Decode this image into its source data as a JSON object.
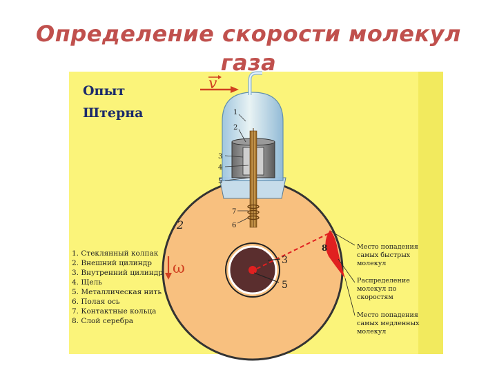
{
  "title_line1": "Определение скорости молекул",
  "title_line2": "газа",
  "diagram": {
    "heading_line1": "Опыт",
    "heading_line2": "Штерна",
    "velocity_symbol": "v",
    "omega_symbol": "ω",
    "callouts": {
      "n1": "1",
      "n2": "2",
      "n3": "3",
      "n4": "4",
      "n5": "5",
      "n6": "6",
      "n7": "7",
      "n8": "8",
      "big2": "2",
      "big3": "3",
      "big5": "5"
    },
    "legend": [
      "1. Стеклянный колпак",
      "2. Внешний цилиндр",
      "3. Внутренний цилиндр",
      "4. Щель",
      "5. Металлическая нить",
      "6. Полая ось",
      "7. Контактные кольца",
      "8. Слой серебра"
    ],
    "annotations": {
      "fast_line1": "Место попадения",
      "fast_line2": "самых быстрых",
      "fast_line3": "молекул",
      "dist_line1": "Распределение",
      "dist_line2": "молекул по",
      "dist_line3": "скоростям",
      "slow_line1": "Место попадения",
      "slow_line2": "самых медленных",
      "slow_line3": "молекул"
    },
    "colors": {
      "background": "#fbf47a",
      "side_strip": "#f2ea5e",
      "disc": "#f8c07f",
      "inner_cylinder": "#5a2e2e",
      "silver_layer": "#e02020",
      "title": "#c0504d",
      "heading": "#1b2a6b"
    }
  }
}
